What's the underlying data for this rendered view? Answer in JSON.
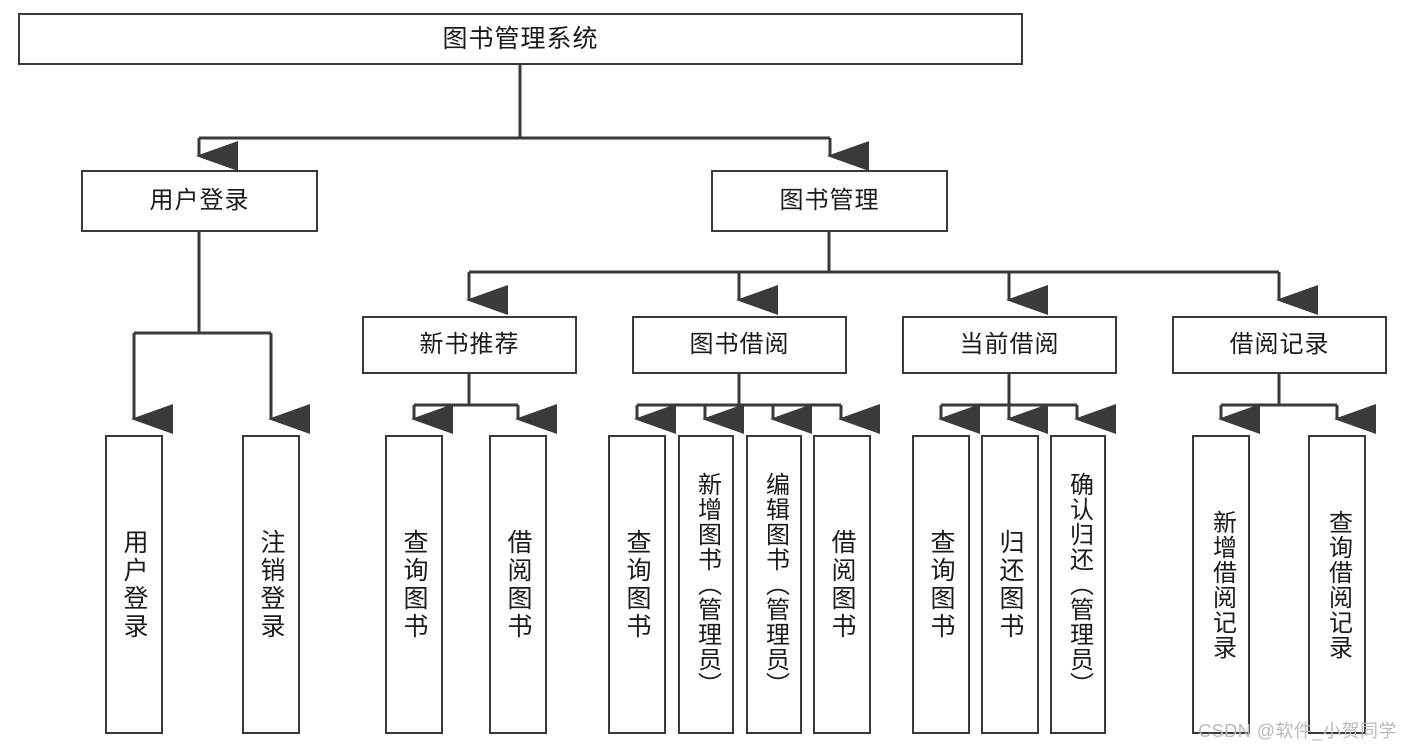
{
  "diagram": {
    "title": "图书管理系统",
    "type": "tree",
    "watermark": "CSDN @软件_小贺同学",
    "nodes": {
      "root": {
        "label": "图书管理系统"
      },
      "level2": [
        {
          "id": "user-login",
          "label": "用户登录"
        },
        {
          "id": "book-manage",
          "label": "图书管理"
        }
      ],
      "level3": [
        {
          "id": "new-book-rec",
          "label": "新书推荐"
        },
        {
          "id": "book-borrow",
          "label": "图书借阅"
        },
        {
          "id": "current-borrow",
          "label": "当前借阅"
        },
        {
          "id": "borrow-record",
          "label": "借阅记录"
        }
      ],
      "leaves": {
        "user-login": [
          {
            "id": "leaf-user-login",
            "label": "用户登录"
          },
          {
            "id": "leaf-user-logout",
            "label": "注销登录"
          }
        ],
        "new-book-rec": [
          {
            "id": "leaf-query-book-1",
            "label": "查询图书"
          },
          {
            "id": "leaf-borrow-book-1",
            "label": "借阅图书"
          }
        ],
        "book-borrow": [
          {
            "id": "leaf-query-book-2",
            "label": "查询图书"
          },
          {
            "id": "leaf-add-book",
            "label": "新增图书（管理员）"
          },
          {
            "id": "leaf-edit-book",
            "label": "编辑图书（管理员）"
          },
          {
            "id": "leaf-borrow-book-2",
            "label": "借阅图书"
          }
        ],
        "current-borrow": [
          {
            "id": "leaf-query-book-3",
            "label": "查询图书"
          },
          {
            "id": "leaf-return-book",
            "label": "归还图书"
          },
          {
            "id": "leaf-confirm-return",
            "label": "确认归还（管理员）"
          }
        ],
        "borrow-record": [
          {
            "id": "leaf-add-record",
            "label": "新增借阅记录"
          },
          {
            "id": "leaf-query-record",
            "label": "查询借阅记录"
          }
        ]
      }
    },
    "colors": {
      "stroke": "#3a3a3a",
      "fill": "#ffffff",
      "text": "#1b1b1b",
      "watermark": "#b9b9b9"
    }
  }
}
